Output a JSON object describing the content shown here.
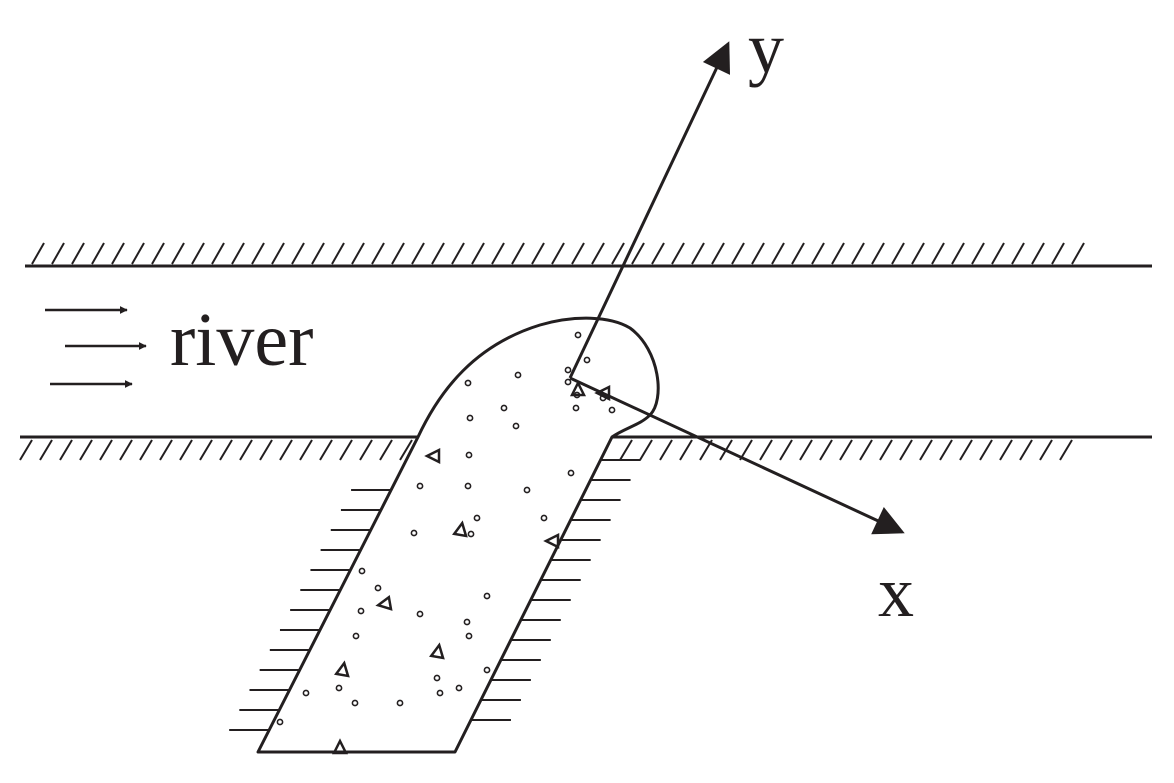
{
  "labels": {
    "river": "river",
    "y_axis": "y",
    "x_axis": "x"
  },
  "colors": {
    "ink": "#231f20",
    "background": "#ffffff"
  }
}
